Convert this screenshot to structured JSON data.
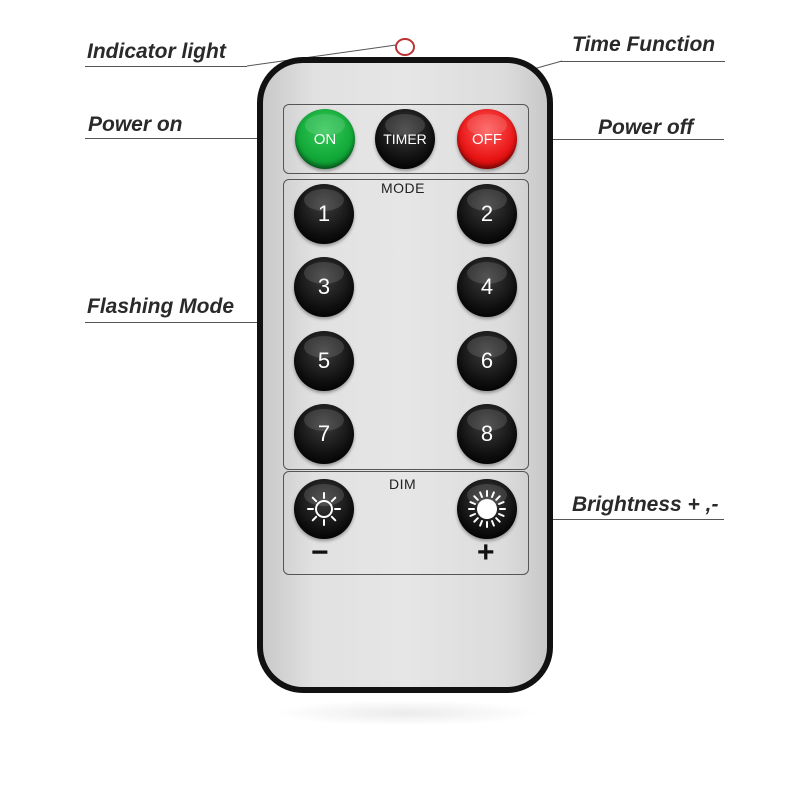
{
  "callouts": {
    "indicator": "Indicator light",
    "time_function": "Time Function",
    "power_on": "Power on",
    "power_off": "Power off",
    "flashing_mode": "Flashing Mode",
    "brightness": "Brightness + ,-"
  },
  "remote": {
    "power_row": {
      "on_label": "ON",
      "timer_label": "TIMER",
      "off_label": "OFF"
    },
    "mode_section": {
      "title": "MODE",
      "buttons": [
        "1",
        "2",
        "3",
        "4",
        "5",
        "6",
        "7",
        "8"
      ]
    },
    "dim_section": {
      "title": "DIM",
      "minus_label": "−",
      "plus_label": "+"
    }
  },
  "colors": {
    "on_button": "#11a838",
    "off_button": "#e81414",
    "button_dark": "#101010"
  },
  "icons": {
    "dim_minus": "sun-outline-icon",
    "dim_plus": "sun-filled-icon"
  }
}
